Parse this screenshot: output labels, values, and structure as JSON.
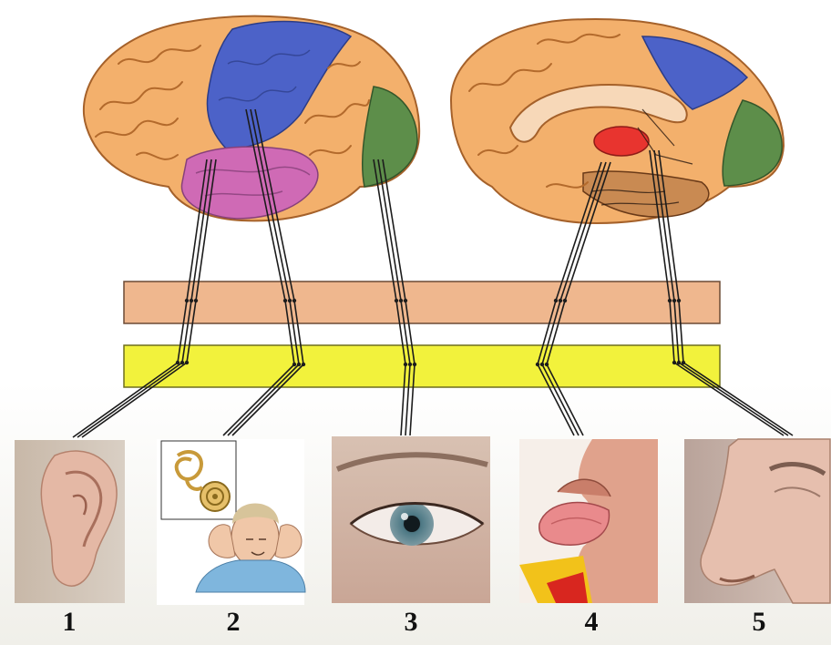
{
  "labels": [
    "1",
    "2",
    "3",
    "4",
    "5"
  ],
  "colors": {
    "brain": "#f3b06c",
    "brain_shade": "#d9833c",
    "frontal_blue": "#4c62c8",
    "temporal_pink": "#cf6ab5",
    "occipital_green": "#5d8e4a",
    "thalamus_red": "#e8342f",
    "band_upper": "#efb78e",
    "band_lower": "#f2f23c",
    "skin": "#e9b9a4"
  },
  "icons": [
    "ear-image",
    "inner-ear-headache-image",
    "eye-image",
    "tongue-image",
    "nose-image"
  ]
}
